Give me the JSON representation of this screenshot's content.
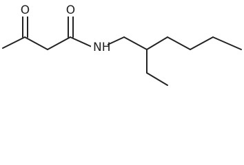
{
  "molecule": {
    "atoms": [
      {
        "symbol": "O"
      },
      {
        "symbol": "O"
      },
      {
        "symbol": "N",
        "h_count": 1,
        "label": "H"
      }
    ]
  },
  "colors": {
    "bond": "#222222",
    "label": "#222222",
    "background": "#ffffff"
  }
}
